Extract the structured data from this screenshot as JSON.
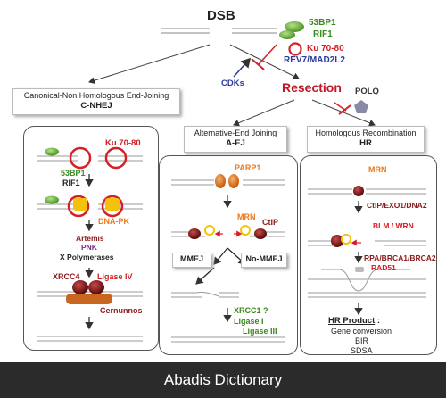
{
  "top": {
    "dsb": "DSB",
    "b53bp1": "53BP1",
    "rif1": "RIF1",
    "ku": "Ku 70-80",
    "rev7": "REV7/MAD2L2",
    "cdks": "CDKs",
    "resection": "Resection",
    "polq": "POLQ"
  },
  "cnhej": {
    "title": "Canonical-Non Homologous End-Joining",
    "abbr": "C-NHEJ",
    "ku": "Ku 70-80",
    "b53bp1": "53BP1",
    "rif1": "RIF1",
    "dnapk": "DNA-PK",
    "artemis": "Artemis",
    "pnk": "PNK",
    "xpol": "X Polymerases",
    "xrcc4": "XRCC4",
    "ligase4": "Ligase IV",
    "cernunnos": "Cernunnos"
  },
  "aej": {
    "title": "Alternative-End Joining",
    "abbr": "A-EJ",
    "parp1": "PARP1",
    "mrn": "MRN",
    "ctip": "CtIP",
    "mmej": "MMEJ",
    "nommej": "No-MMEJ",
    "xrcc1": "XRCC1 ?",
    "ligase1": "Ligase I",
    "ligase3": "Ligase III"
  },
  "hr": {
    "title": "Homologous Recombination",
    "abbr": "HR",
    "mrn": "MRN",
    "ctip": "CtIP/EXO1/DNA2",
    "blm": "BLM / WRN",
    "rpa": "RPA/BRCA1/BRCA2",
    "rad51": "RAD51",
    "product_title": "HR Product",
    "product_colon": " :",
    "gc": "Gene conversion",
    "bir": "BIR",
    "sdsa": "SDSA"
  },
  "footer": "Abadis Dictionary",
  "colors": {
    "red": "#d42027",
    "green": "#3a8a1e",
    "orange": "#e87a1e",
    "purple": "#7a2a8a",
    "blue": "#2a3b9a",
    "darkred": "#8a1a1a",
    "yellow": "#f4c20d"
  }
}
